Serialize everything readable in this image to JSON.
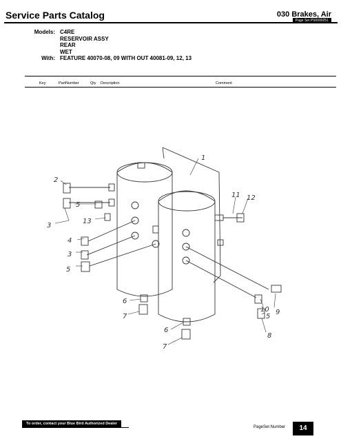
{
  "header": {
    "title": "Service Parts Catalog",
    "section": "030 Brakes, Air",
    "pageset_tab": "Page Set PS0000251"
  },
  "models": {
    "models_label": "Models:",
    "with_label": "With:",
    "lines": [
      "C4RE",
      "RESERVOIR ASSY",
      "REAR",
      "WET",
      "FEATURE 40070-08, 09 WITH OUT 40081-09, 12, 13"
    ]
  },
  "columns": {
    "key": "Key",
    "part": "PartNumber",
    "qty": "Qty",
    "desc": "Description",
    "comment": "Comment"
  },
  "callouts": [
    "1",
    "2",
    "3",
    "4",
    "3",
    "5",
    "5",
    "13",
    "11",
    "12",
    "10",
    "9",
    "5",
    "8",
    "6",
    "7",
    "6",
    "7"
  ],
  "footer": {
    "order_text": "To order, contact your Blue Bird Authorized Dealer",
    "pageset_label": "PageSet Number",
    "page_number": "14"
  }
}
